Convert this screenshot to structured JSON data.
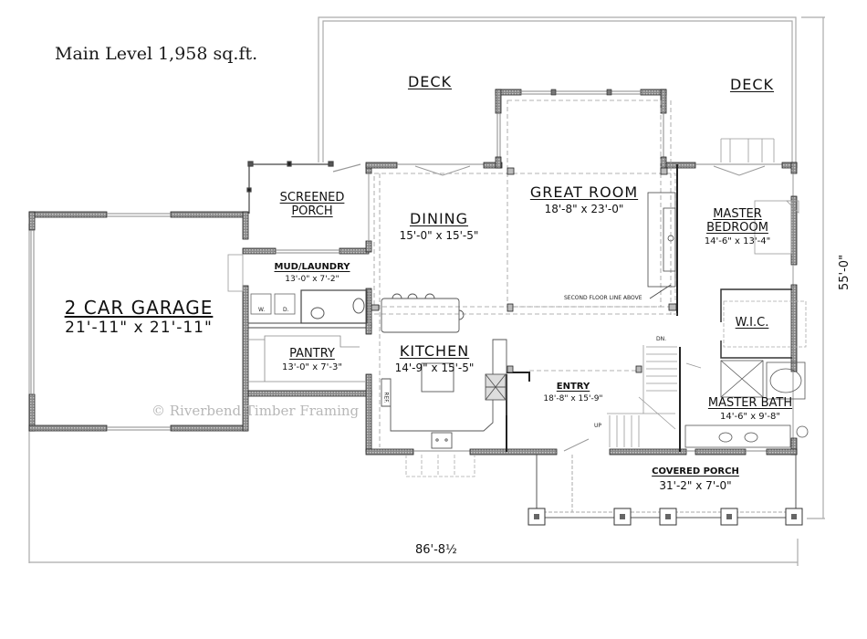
{
  "title": "Main Level 1,958 sq.ft.",
  "watermark": "© Riverbend Timber Framing",
  "rooms": {
    "deck_left": {
      "name": "DECK"
    },
    "deck_right": {
      "name": "DECK"
    },
    "screened_porch": {
      "name_line1": "SCREENED",
      "name_line2": "PORCH"
    },
    "dining": {
      "name": "DINING",
      "dims": "15'-0\" x 15'-5\""
    },
    "great_room": {
      "name": "GREAT ROOM",
      "dims": "18'-8\" x 23'-0\""
    },
    "master_bedroom": {
      "name_line1": "MASTER",
      "name_line2": "BEDROOM",
      "dims": "14'-6\" x 13'-4\""
    },
    "mud_laundry": {
      "name": "MUD/LAUNDRY",
      "dims": "13'-0\" x 7'-2\""
    },
    "garage": {
      "name": "2 CAR GARAGE",
      "dims": "21'-11\" x 21'-11\""
    },
    "pantry": {
      "name": "PANTRY",
      "dims": "13'-0\" x 7'-3\""
    },
    "kitchen": {
      "name": "KITCHEN",
      "dims": "14'-9\" x 15'-5\""
    },
    "entry": {
      "name": "ENTRY",
      "dims": "18'-8\" x 15'-9\""
    },
    "wic": {
      "name": "W.I.C."
    },
    "master_bath": {
      "name": "MASTER BATH",
      "dims": "14'-6\" x 9'-8\""
    },
    "covered_porch": {
      "name": "COVERED PORCH",
      "dims": "31'-2\" x 7'-0\""
    }
  },
  "annotations": {
    "second_floor_line": "SECOND FLOOR LINE ABOVE",
    "stair_down": "DN.",
    "stair_up": "UP",
    "washer": "W.",
    "dryer": "D.",
    "refrigerator": "REF."
  },
  "dimensions": {
    "overall_width": "86'-8½",
    "overall_depth": "55'-0\""
  },
  "colors": {
    "wall_fill": "#9a9a9a",
    "wall_stroke": "#222222",
    "line": "#333333",
    "dashed": "#9a9a9a",
    "dim_line": "#aaaaaa",
    "watermark": "#b8b8b8"
  }
}
